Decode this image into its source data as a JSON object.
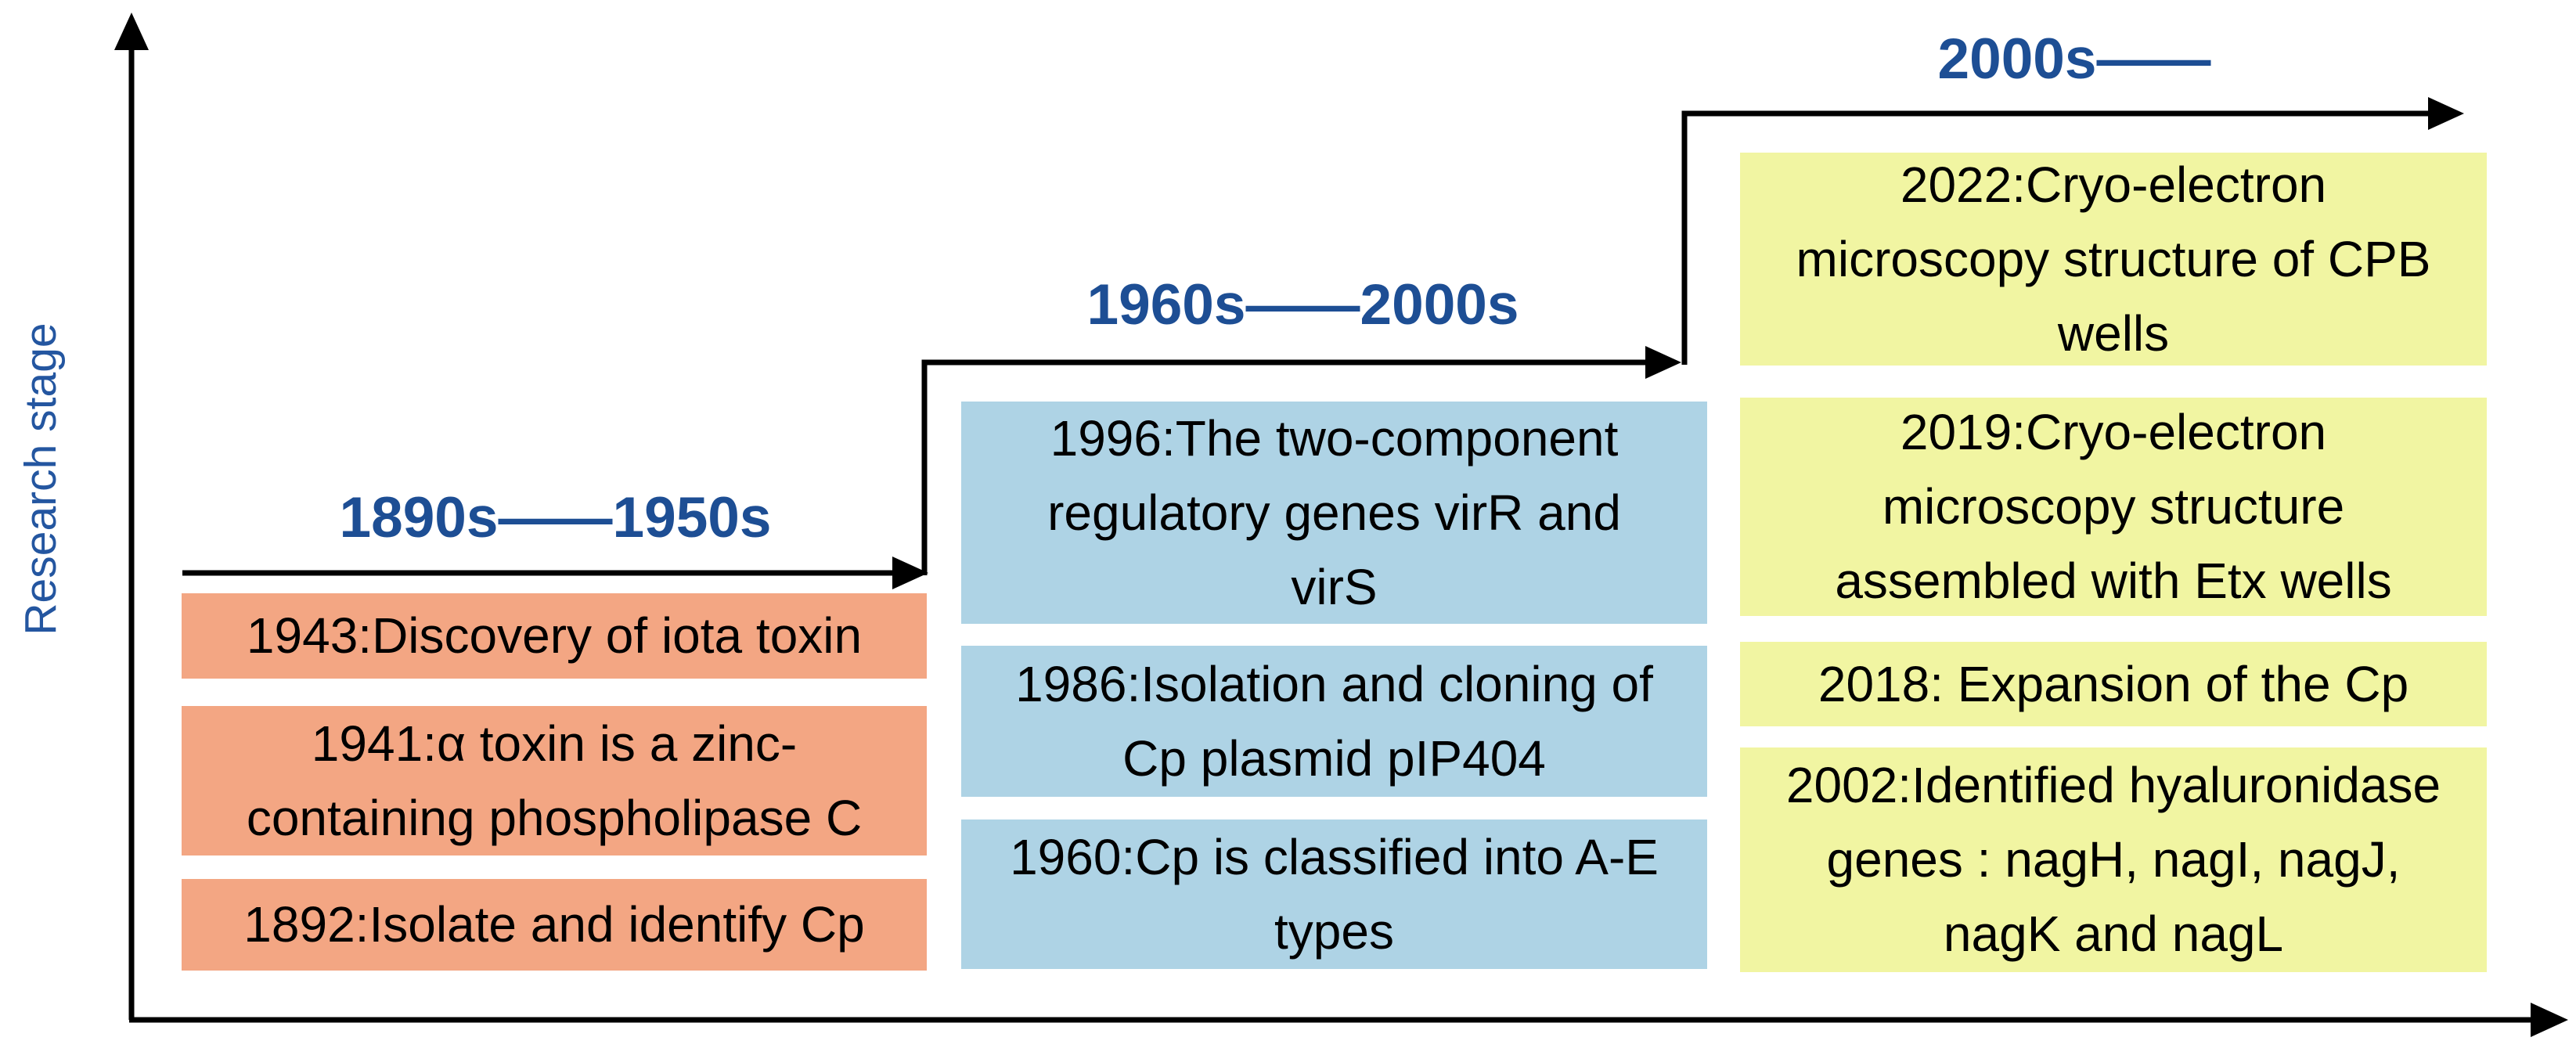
{
  "colors": {
    "axis": "#000000",
    "era_label": "#1d4e94",
    "y_axis_label": "#2456a0",
    "box_text": "#000000",
    "salmon": "#f3a683",
    "light_blue": "#aed3e5",
    "pale_yellow": "#f1f5a2"
  },
  "y_axis_label": "Research stage",
  "eras": [
    {
      "label": "1890s——1950s",
      "color": "salmon",
      "boxes": [
        {
          "lines": [
            "1943:Discovery of iota toxin"
          ]
        },
        {
          "lines": [
            "1941:α toxin is a zinc-",
            "containing phospholipase C"
          ]
        },
        {
          "lines": [
            "1892:Isolate and identify Cp"
          ]
        }
      ]
    },
    {
      "label": "1960s——2000s",
      "color": "light_blue",
      "boxes": [
        {
          "lines": [
            "1996:The two-component",
            "regulatory genes virR and",
            "virS"
          ]
        },
        {
          "lines": [
            "1986:Isolation and cloning of",
            "Cp plasmid pIP404"
          ]
        },
        {
          "lines": [
            "1960:Cp is classified into A-E",
            "types"
          ]
        }
      ]
    },
    {
      "label": "2000s——",
      "color": "pale_yellow",
      "boxes": [
        {
          "lines": [
            "2022:Cryo-electron",
            "microscopy structure of CPB",
            "wells"
          ]
        },
        {
          "lines": [
            "2019:Cryo-electron",
            "microscopy structure",
            "assembled with Etx wells"
          ]
        },
        {
          "lines": [
            "2018: Expansion of the Cp"
          ]
        },
        {
          "lines": [
            "2002:Identified hyaluronidase",
            "genes : nagH, nagI, nagJ,",
            "nagK and nagL"
          ]
        }
      ]
    }
  ]
}
